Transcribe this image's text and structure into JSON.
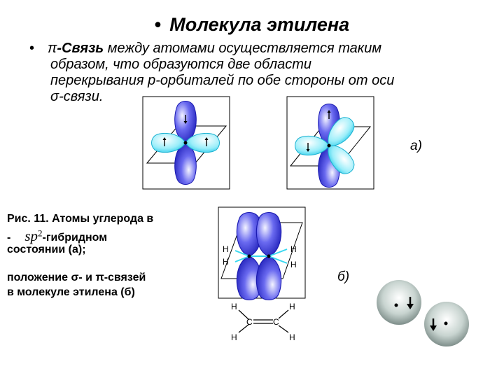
{
  "title": {
    "bullet": "•",
    "text": "Молекула этилена"
  },
  "paragraph": {
    "bullet": "•",
    "line1_symbol": "π",
    "line1_bold": "-Связь",
    "line1_rest": " между атомами осуществляется таким",
    "line2": "образом, что образуются две области",
    "line3": "перекрывания р-орбиталей по обе стороны от оси",
    "line4_symbol": "σ",
    "line4_rest": "-связи."
  },
  "caption": {
    "line1": "Рис. 11. Атомы углерода в",
    "line2_prefix": "-",
    "line2_sp": "sp",
    "line2_sup": "2",
    "line2_rest": "-гибридном",
    "line3": "состоянии (а);",
    "line4_a": " положение ",
    "line4_sigma": "σ",
    "line4_b": "- и ",
    "line4_pi": "π",
    "line4_c": "-связей",
    "line5": "в молекуле этилена (б)"
  },
  "labels": {
    "a": "а)",
    "b": "б)"
  },
  "structure": {
    "h": "H",
    "c": "C"
  },
  "colors": {
    "lobe_blue": "#3a3ad8",
    "lobe_cyan": "#38d8f0",
    "sphere_gray": "#c8d4d0"
  }
}
